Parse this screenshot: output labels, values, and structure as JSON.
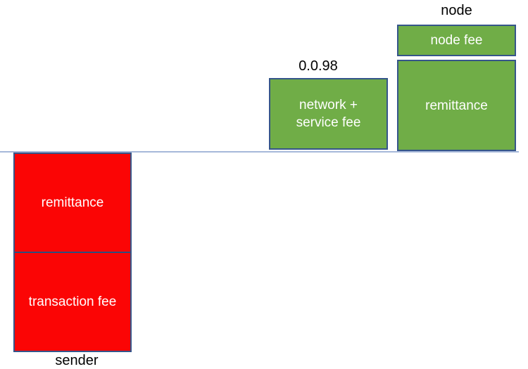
{
  "diagram": {
    "title_hint": "remittance fee flow",
    "baseline": {
      "color": "#a6b8d9"
    },
    "colors": {
      "debit_red": "#fb0505",
      "credit_green": "#70ad47",
      "box_border_blue": "#35558a"
    },
    "sender_column": {
      "title": "sender",
      "segments": [
        {
          "label": "remittance"
        },
        {
          "label": "transaction fee"
        }
      ]
    },
    "network_column": {
      "title": "0.0.98",
      "segments": [
        {
          "label": "network + service fee"
        }
      ]
    },
    "node_column": {
      "title": "node",
      "segments": [
        {
          "label": "node fee"
        },
        {
          "label": "remittance"
        }
      ]
    }
  }
}
